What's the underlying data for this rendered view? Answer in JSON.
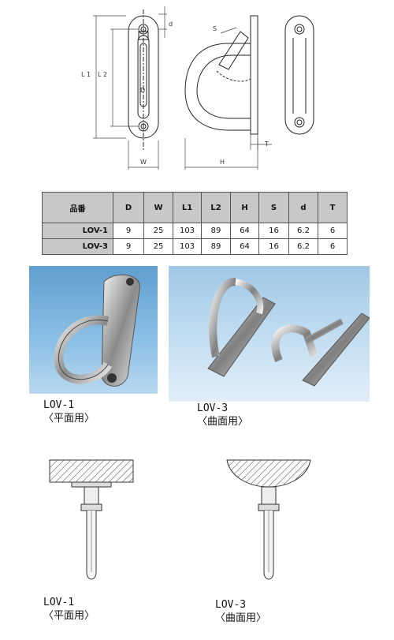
{
  "drawing": {
    "labels": {
      "d": "d",
      "s": "S",
      "l1": "L 1",
      "l2": "L 2",
      "D": "D",
      "w": "W",
      "h": "H",
      "t": "T"
    }
  },
  "spec_table": {
    "headers": [
      "品番",
      "D",
      "W",
      "L1",
      "L2",
      "H",
      "S",
      "d",
      "T"
    ],
    "rows": [
      {
        "model": "LOV-1",
        "values": [
          "9",
          "25",
          "103",
          "89",
          "64",
          "16",
          "6.2",
          "6"
        ]
      },
      {
        "model": "LOV-3",
        "values": [
          "9",
          "25",
          "103",
          "89",
          "64",
          "16",
          "6.2",
          "6"
        ]
      }
    ]
  },
  "photos": [
    {
      "model": "LOV-1",
      "use": "〈平面用〉"
    },
    {
      "model": "LOV-3",
      "use": "〈曲面用〉"
    }
  ],
  "mounting": [
    {
      "model": "LOV-1",
      "use": "〈平面用〉"
    },
    {
      "model": "LOV-3",
      "use": "〈曲面用〉"
    }
  ]
}
